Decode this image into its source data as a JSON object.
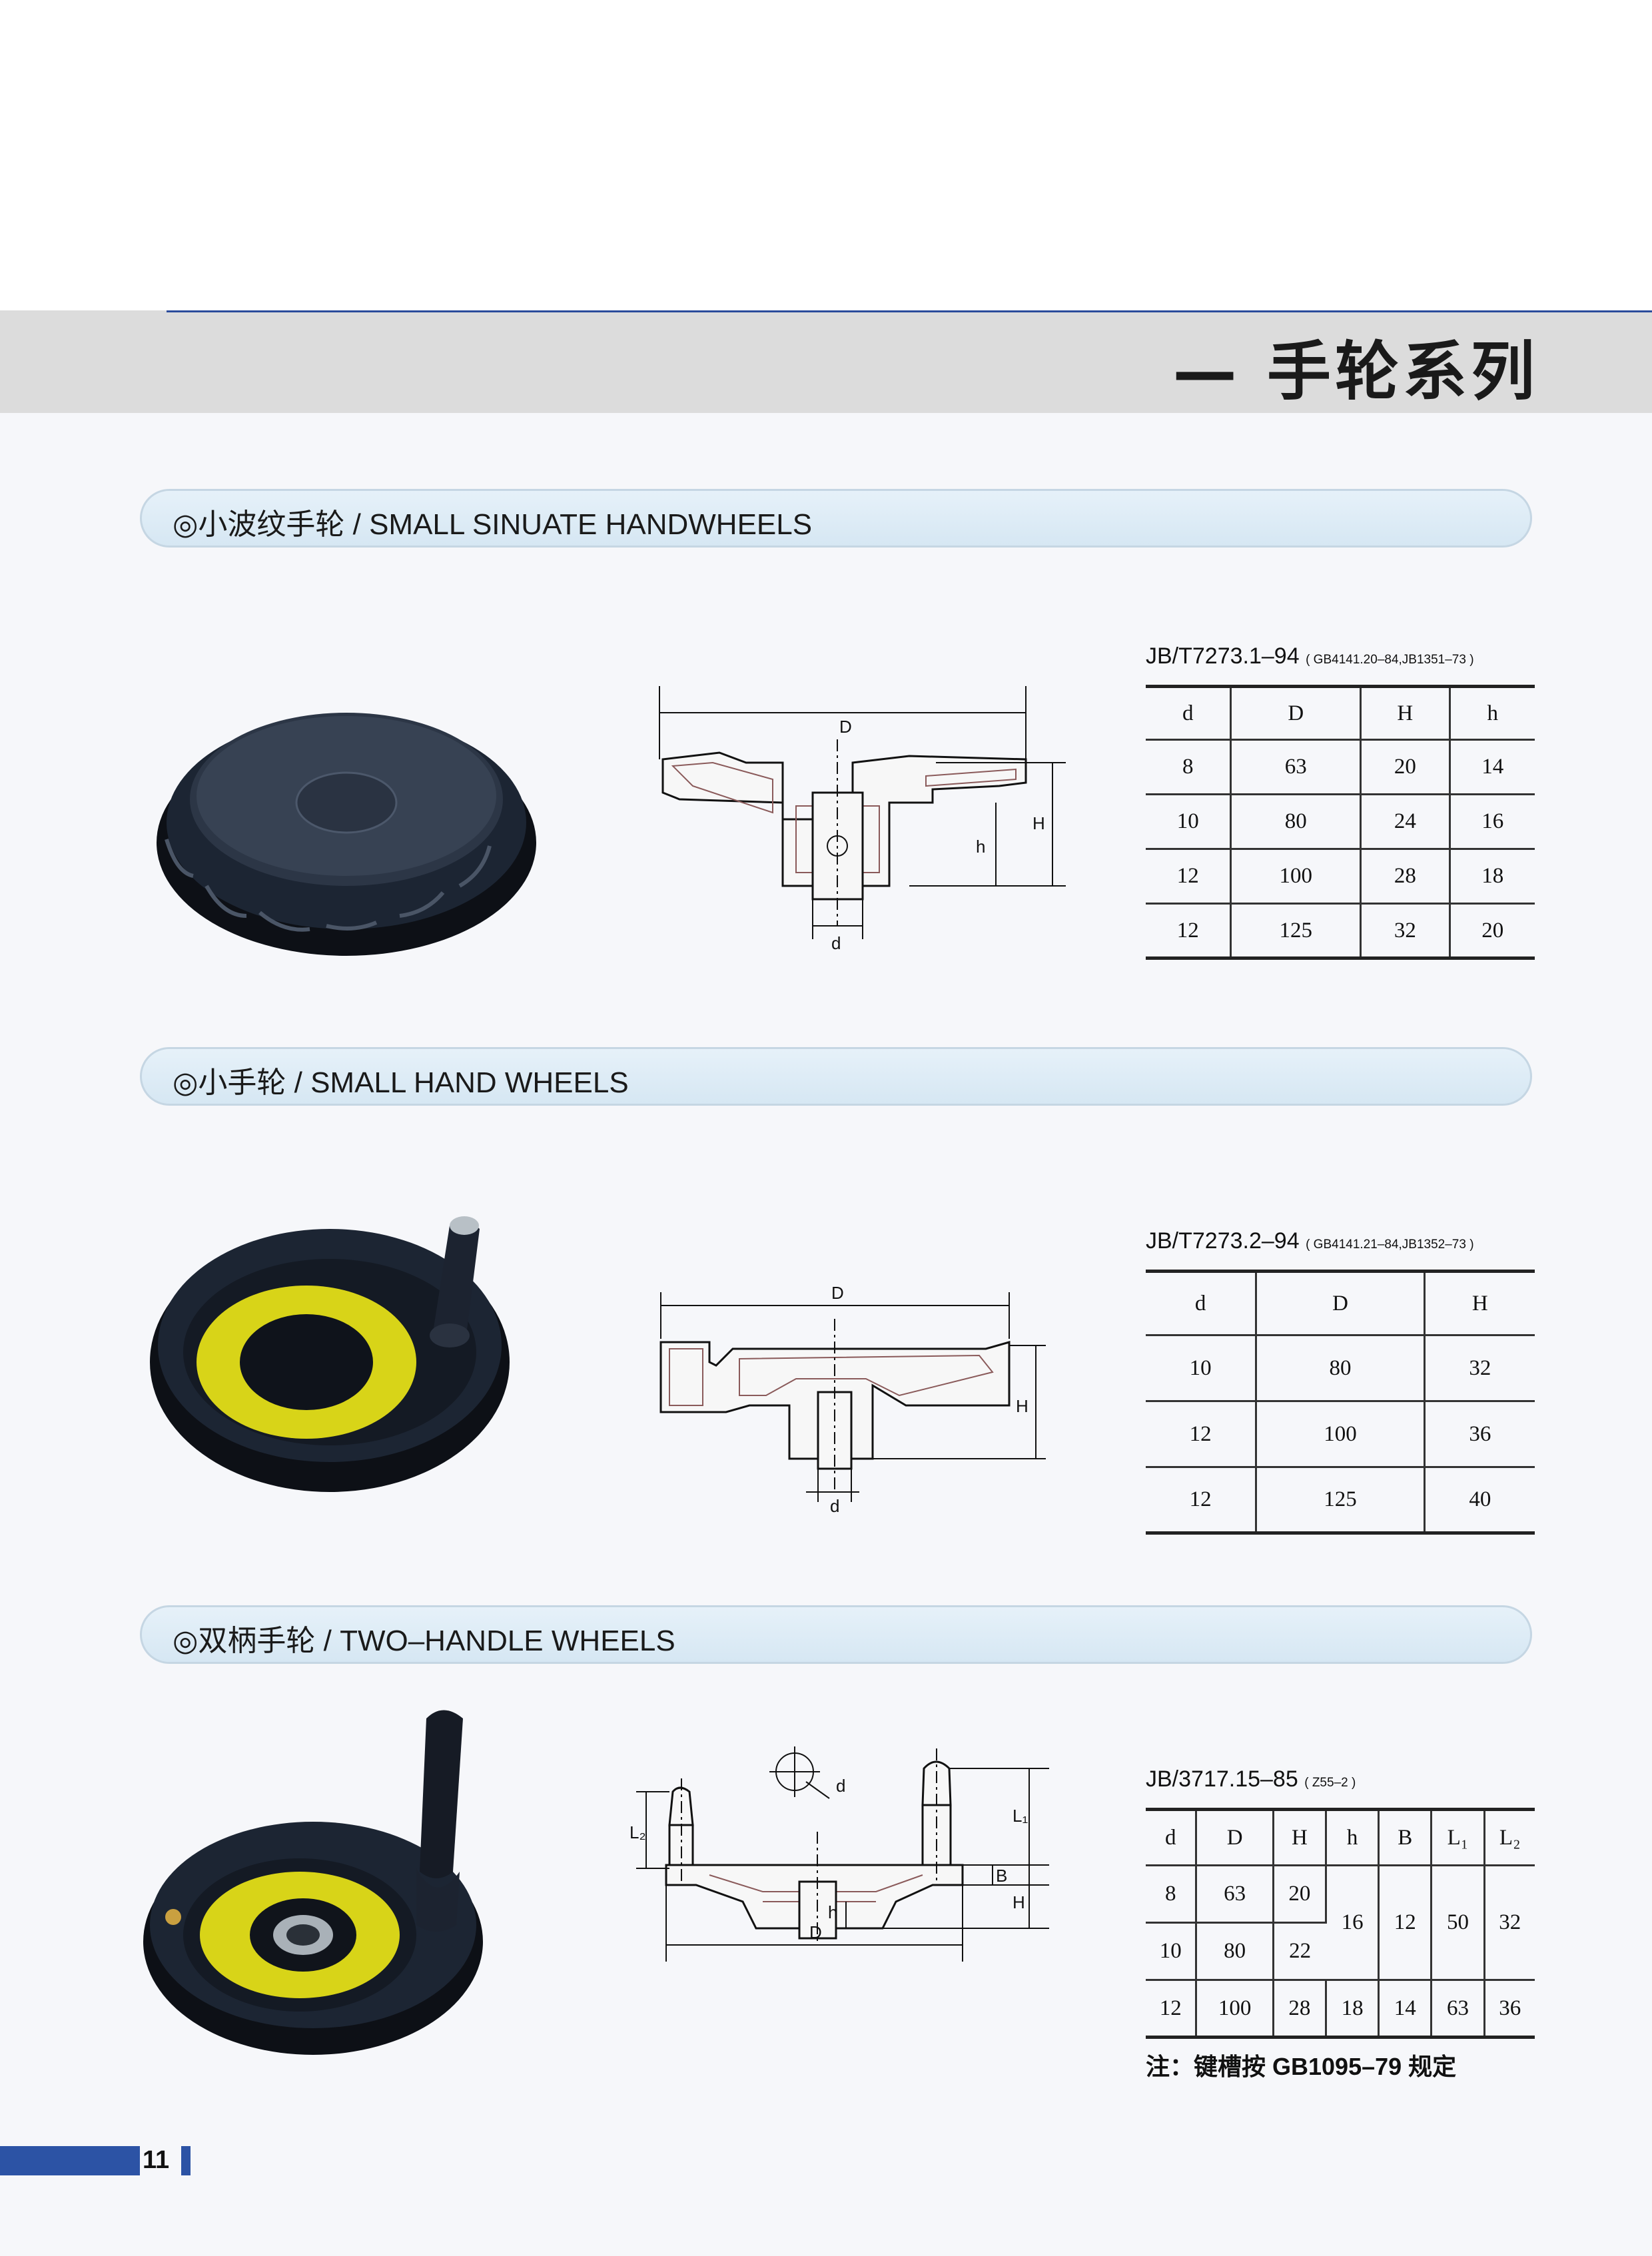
{
  "header": {
    "title": "— 手轮系列"
  },
  "sections": [
    {
      "heading": "◎小波纹手轮 / SMALL SINUATE HANDWHEELS",
      "standard": "JB/T7273.1–94",
      "standard_ref": "( GB4141.20–84,JB1351–73 )",
      "table": {
        "headers": [
          "d",
          "D",
          "H",
          "h"
        ],
        "rows": [
          [
            "8",
            "63",
            "20",
            "14"
          ],
          [
            "10",
            "80",
            "24",
            "16"
          ],
          [
            "12",
            "100",
            "28",
            "18"
          ],
          [
            "12",
            "125",
            "32",
            "20"
          ]
        ]
      },
      "drawing_labels": {
        "D": "D",
        "H": "H",
        "h": "h",
        "d": "d"
      }
    },
    {
      "heading": "◎小手轮 / SMALL  HAND WHEELS",
      "standard": "JB/T7273.2–94",
      "standard_ref": "( GB4141.21–84,JB1352–73 )",
      "table": {
        "headers": [
          "d",
          "D",
          "H"
        ],
        "rows": [
          [
            "10",
            "80",
            "32"
          ],
          [
            "12",
            "100",
            "36"
          ],
          [
            "12",
            "125",
            "40"
          ]
        ]
      },
      "drawing_labels": {
        "D": "D",
        "H": "H",
        "d": "d"
      }
    },
    {
      "heading": "◎双柄手轮 / TWO–HANDLE WHEELS",
      "standard": "JB/3717.15–85",
      "standard_ref": "( Z55–2 )",
      "table": {
        "headers": [
          "d",
          "D",
          "H",
          "h",
          "B",
          "L₁",
          "L₂"
        ],
        "row1": [
          "8",
          "63",
          "20"
        ],
        "row2": [
          "10",
          "80",
          "22"
        ],
        "merged": [
          "16",
          "12",
          "50",
          "32"
        ],
        "row3": [
          "12",
          "100",
          "28",
          "18",
          "14",
          "63",
          "36"
        ]
      },
      "drawing_labels": {
        "D": "D",
        "H": "H",
        "h": "h",
        "B": "B",
        "d": "d",
        "L1": "L₁",
        "L2": "L₂"
      }
    }
  ],
  "note": "注：键槽按 GB1095–79 规定",
  "page_number": "11",
  "colors": {
    "banner": "#dcdcdc",
    "accent": "#2c53a5",
    "section_bg": "#e2eef8",
    "wheel": "#1c2230",
    "ring": "#d8d418"
  }
}
